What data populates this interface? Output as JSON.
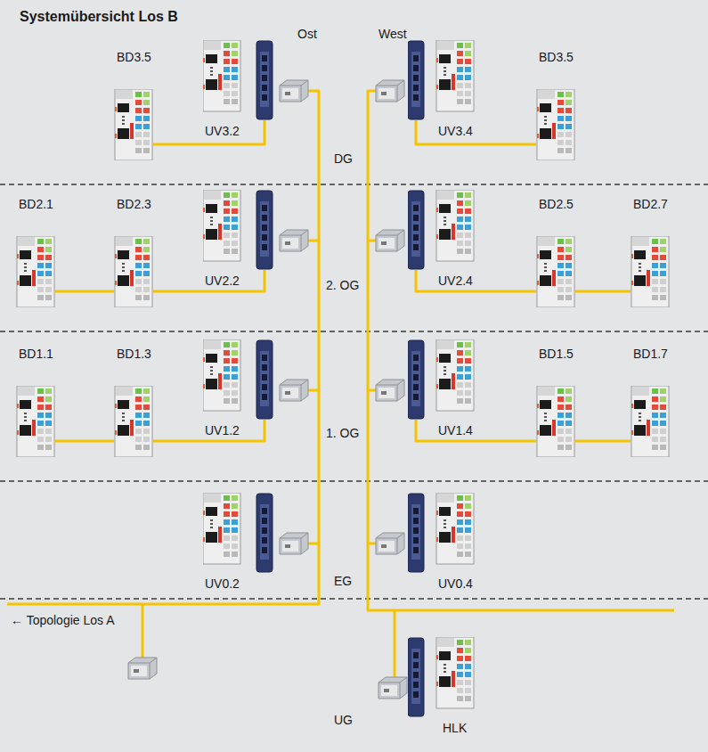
{
  "diagram": {
    "title": "Systemübersicht Los B",
    "nodes": [
      {
        "text": [
          "BD3.5"
        ]
      },
      {
        "text": [
          "UV3.2"
        ]
      },
      {
        "text": [
          "UV3.4"
        ]
      },
      {
        "text": [
          "BD3.5"
        ]
      },
      {
        "text": [
          "BD2.1"
        ]
      },
      {
        "text": [
          "BD2.3"
        ]
      },
      {
        "text": [
          "UV2.2"
        ]
      },
      {
        "text": [
          "UV2.4"
        ]
      },
      {
        "text": [
          "BD2.5"
        ]
      },
      {
        "text": [
          "BD2.7"
        ]
      },
      {
        "text": [
          "BD1.1"
        ]
      },
      {
        "text": [
          "BD1.3"
        ]
      },
      {
        "text": [
          "UV1.2"
        ]
      },
      {
        "text": [
          "UV1.4"
        ]
      },
      {
        "text": [
          "BD1.5"
        ]
      },
      {
        "text": [
          "BD1.7"
        ]
      },
      {
        "text": [
          "UV0.2"
        ]
      },
      {
        "text": [
          "UV0.4"
        ]
      },
      {
        "text": [
          "HLK"
        ]
      }
    ],
    "edges": [
      {
        "from": 0,
        "to": 1,
        "arrow": "none"
      },
      {
        "from": 2,
        "to": 3,
        "arrow": "none"
      },
      {
        "from": 4,
        "to": 5,
        "arrow": "none"
      },
      {
        "from": 5,
        "to": 6,
        "arrow": "none"
      },
      {
        "from": 7,
        "to": 8,
        "arrow": "none"
      },
      {
        "from": 8,
        "to": 9,
        "arrow": "none"
      },
      {
        "from": 10,
        "to": 11,
        "arrow": "none"
      },
      {
        "from": 11,
        "to": 12,
        "arrow": "none"
      },
      {
        "from": 13,
        "to": 14,
        "arrow": "none"
      },
      {
        "from": 14,
        "to": 15,
        "arrow": "none"
      }
    ],
    "labels": [
      "Ost",
      "West",
      "DG",
      "2. OG",
      "1. OG",
      "EG",
      "UG",
      "← Topologie Los A"
    ]
  }
}
